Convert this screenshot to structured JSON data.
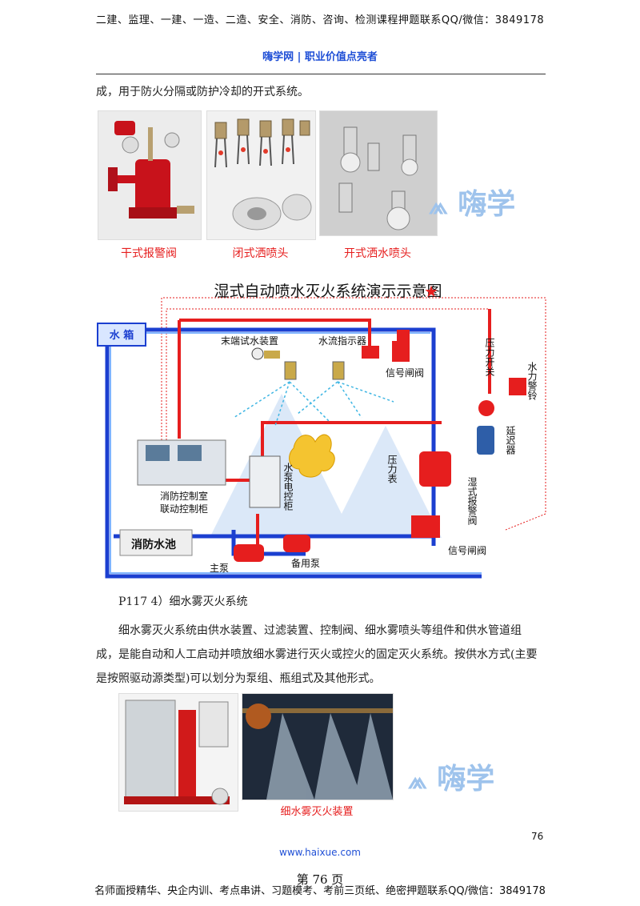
{
  "header": {
    "top_line": "二建、监理、一建、一造、二造、安全、消防、咨询、检测课程押题联系QQ/微信：3849178",
    "brand": "嗨学网 | 职业价值点亮者"
  },
  "intro_line": "成，用于防火分隔或防护冷却的开式系统。",
  "top_photos": [
    {
      "caption": "干式报警阀"
    },
    {
      "caption": "闭式洒喷头"
    },
    {
      "caption": "开式洒水喷头"
    }
  ],
  "watermark_logo": "嗨学",
  "diagram": {
    "title": "湿式自动喷水灭火系统演示示意图",
    "title_mark": "★",
    "labels": {
      "water_tank": "水 箱",
      "end_test": "末端试水装置",
      "flow_indicator": "水流指示器",
      "signal_valve_top": "信号闸阀",
      "pressure_switch": "压力开关",
      "water_bell": "水力警铃",
      "delayer": "延迟器",
      "pressure_gauge": "压力表",
      "wet_alarm_valve": "湿式报警阀",
      "signal_valve_bottom": "信号闸阀",
      "control_cabinet_1": "消防控制室",
      "control_cabinet_2": "联动控制柜",
      "pump_cabinet": "水泵电控柜",
      "pool": "消防水池",
      "main_pump": "主泵",
      "standby_pump": "备用泵"
    }
  },
  "section": {
    "heading": "P117 4）细水雾灭火系统",
    "para_1": "细水雾灭火系统由供水装置、过滤装置、控制阀、细水雾喷头等组件和供水管道组",
    "para_2": "成，是能自动和人工启动并喷放细水雾进行灭火或控火的固定灭火系统。按供水方式(主要",
    "para_3": "是按照驱动源类型)可以划分为泵组、瓶组式及其他形式。"
  },
  "mist_caption": "细水雾灭火装置",
  "footer": {
    "page_num": "76",
    "url": "www.haixue.com",
    "page_label": "第 76 页",
    "bottom_line": "名师面授精华、央企内训、考点串讲、习题模考、考前三页纸、绝密押题联系QQ/微信：3849178"
  },
  "colors": {
    "brand_blue": "#1f4fd6",
    "pipe_red": "#e61e1e",
    "pipe_blue": "#1b3fd0",
    "caption_red": "#e61e1e"
  }
}
